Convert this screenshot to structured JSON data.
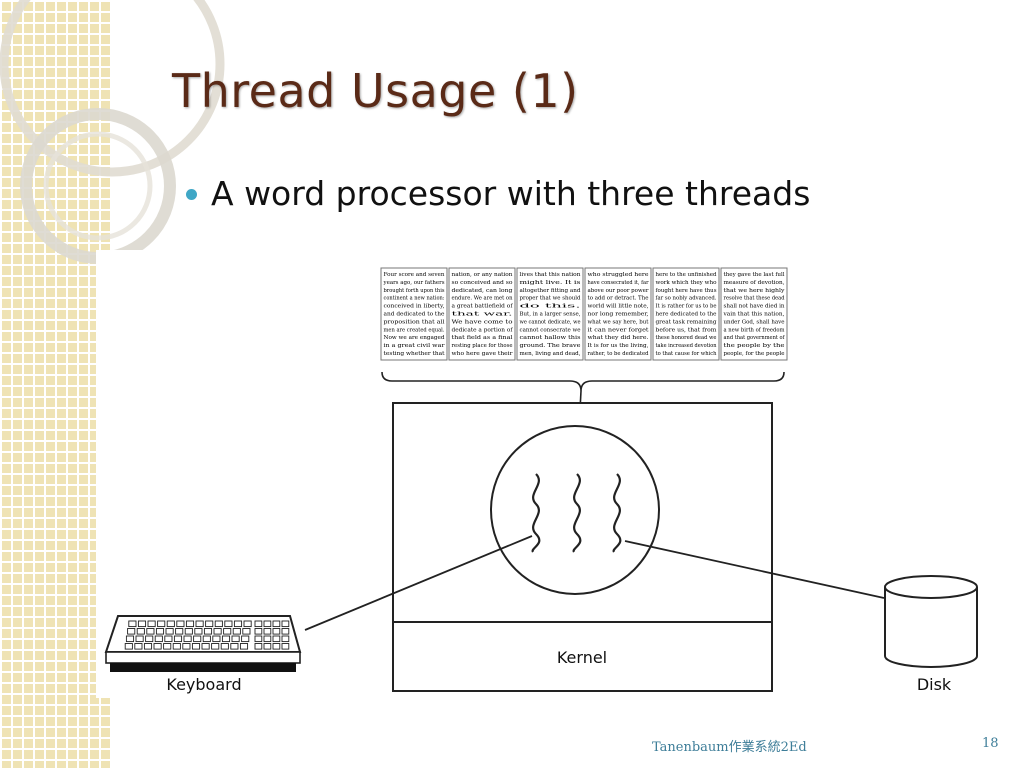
{
  "slide": {
    "title": "Thread Usage (1)",
    "bullets": [
      {
        "text": "A word processor with three threads"
      }
    ]
  },
  "diagram": {
    "kernel_label": "Kernel",
    "keyboard_label": "Keyboard",
    "disk_label": "Disk",
    "document_columns": [
      [
        "Four score and seven",
        "years ago, our fathers",
        "brought forth upon this",
        "continent a new nation:",
        "conceived in liberty,",
        "and dedicated to the",
        "proposition that all",
        "men are created equal.",
        "Now we are engaged",
        "in a great civil war",
        "testing whether that"
      ],
      [
        "nation, or any nation",
        "so conceived and so",
        "dedicated, can long",
        "endure. We are met on",
        "a great battlefield of",
        "that war.",
        "We have come to",
        "dedicate a portion of",
        "that field as a final",
        "resting place for those",
        "who here gave their"
      ],
      [
        "lives that this nation",
        "might live. It is",
        "altogether fitting and",
        "proper that we should",
        "do this.",
        "But, in a larger sense,",
        "we cannot dedicate, we",
        "cannot consecrate we",
        "cannot hallow this",
        "ground. The brave",
        "men, living and dead,"
      ],
      [
        "who struggled here",
        "have consecrated it, far",
        "above our poor power",
        "to add or detract. The",
        "world will little note,",
        "nor long remember,",
        "what we say here, but",
        "it can never forget",
        "what they did here.",
        "It is for us the living,",
        "rather, to be dedicated"
      ],
      [
        "here to the unfinished",
        "work which they who",
        "fought here have thus",
        "far so nobly advanced.",
        "It is rather for us to be",
        "here dedicated to the",
        "great task remaining",
        "before us, that from",
        "these honored dead we",
        "take increased devotion",
        "to that cause for which"
      ],
      [
        "they gave the last full",
        "measure of devotion,",
        "that we here highly",
        "resolve that these dead",
        "shall not have died in",
        "vain that this nation,",
        "under God, shall have",
        "a new birth of freedom",
        "and that government of",
        "the people by the",
        "people, for the people"
      ]
    ]
  },
  "footer": {
    "source": "Tanenbaum作業系統2Ed",
    "page_number": "18"
  },
  "colors": {
    "title": "#5a2a17",
    "bullet": "#3fa7c6",
    "footer": "#3d7d98",
    "strip": "#efe3b4"
  }
}
